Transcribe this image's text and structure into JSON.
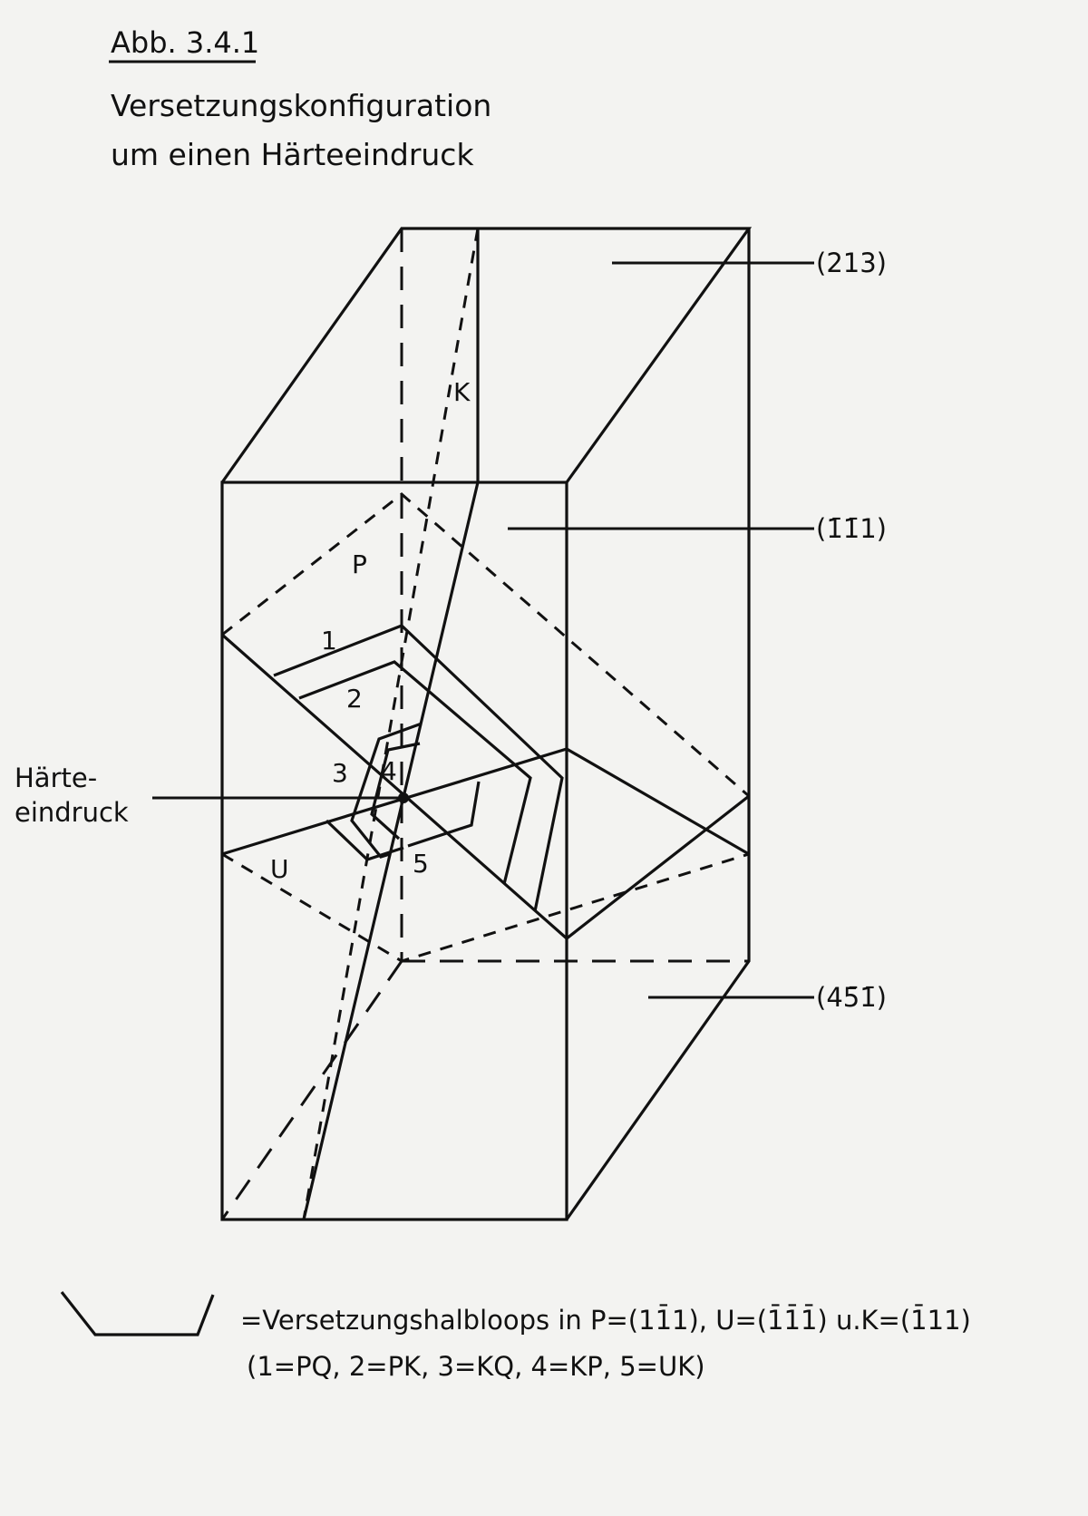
{
  "figure": {
    "number": "Abb. 3.4.1",
    "title_line1": "Versetzungskonfiguration",
    "title_line2": "um einen Härteeindruck"
  },
  "planes": {
    "top_face": "(213)",
    "front_face": "(1̄1̄1)",
    "side_face": "(45̄1̄)"
  },
  "labels": {
    "K": "K",
    "P": "P",
    "U": "U",
    "loop1": "1",
    "loop2": "2",
    "loop3": "3",
    "loop4": "4",
    "loop5": "5",
    "indent_line1": "Härte-",
    "indent_line2": "eindruck"
  },
  "legend": {
    "line1": "=Versetzungshalbloops in  P=(11̄1), U=(1̄1̄1̄) u.K=(1̄11)",
    "line2": "(1=PQ, 2=PK, 3=KQ, 4=KP, 5=UK)"
  }
}
